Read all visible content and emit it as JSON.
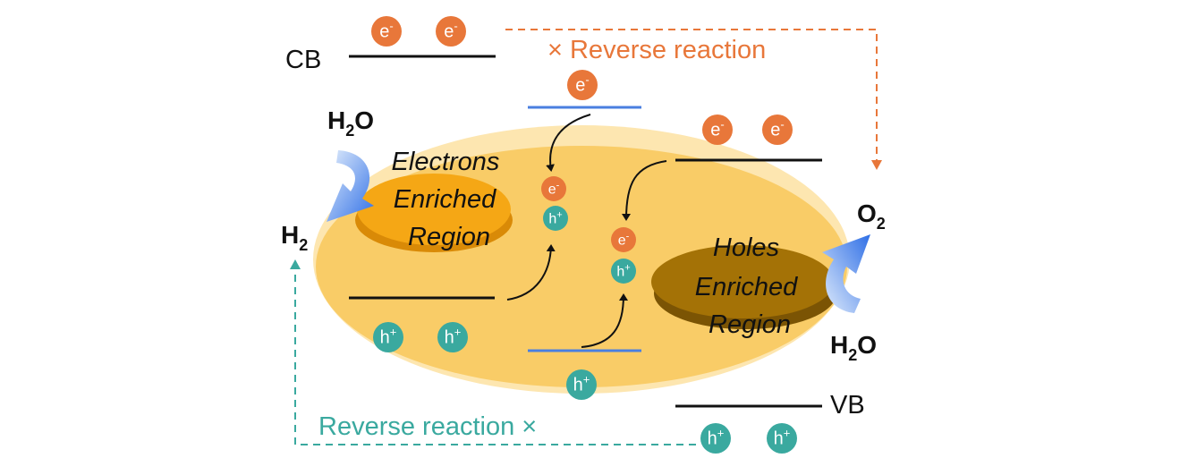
{
  "labels": {
    "cb": "CB",
    "vb": "VB",
    "reverse_top": "× Reverse reaction",
    "reverse_bottom": "Reverse reaction ×",
    "h2o_left": "H",
    "h2o_left_sub": "2",
    "h2o_left_tail": "O",
    "h2_left": "H",
    "h2_left_sub": "2",
    "o2_right": "O",
    "o2_right_sub": "2",
    "h2o_right": "H",
    "h2o_right_sub": "2",
    "h2o_right_tail": "O",
    "electrons_region": [
      "Electrons",
      "Enriched",
      "Region"
    ],
    "holes_region": [
      "Holes",
      "Enriched",
      "Region"
    ],
    "electron": "e",
    "electron_sup": "-",
    "hole": "h",
    "hole_sup": "+"
  },
  "colors": {
    "electron": "#e8773a",
    "hole": "#3aa99f",
    "reverse_top": "#e8773a",
    "reverse_bottom": "#3aa99f",
    "particle_outer": "#fde6b0",
    "particle_inner": "#f9cc67",
    "electron_region": "#f5a715",
    "hole_region": "#a47206",
    "level_line": "#111111",
    "interface_line": "#4a7fe0",
    "water_arrow": "#3b78e8"
  }
}
